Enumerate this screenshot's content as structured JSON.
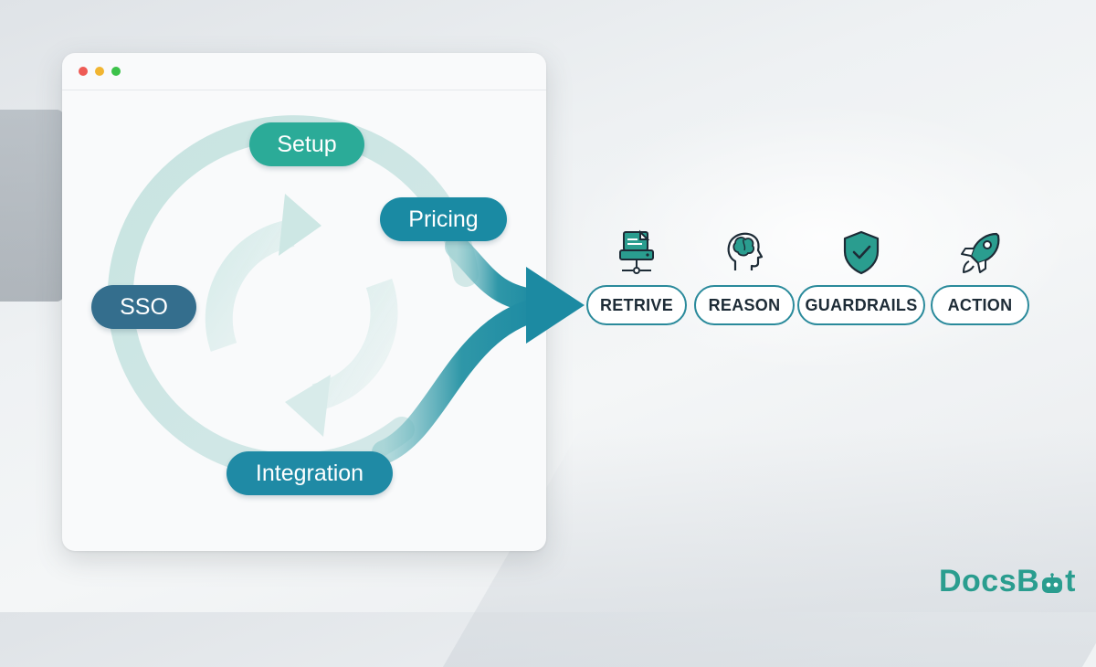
{
  "window": {
    "controls": [
      "close",
      "minimize",
      "maximize"
    ]
  },
  "cycle": {
    "steps": [
      {
        "label": "Setup",
        "color": "#2bab98"
      },
      {
        "label": "Pricing",
        "color": "#1a8aa3"
      },
      {
        "label": "SSO",
        "color": "#346e8d"
      },
      {
        "label": "Integration",
        "color": "#1f8aa5"
      }
    ]
  },
  "pipeline": {
    "stages": [
      {
        "label": "RETRIVE",
        "icon": "document-server-icon"
      },
      {
        "label": "REASON",
        "icon": "brain-head-icon"
      },
      {
        "label": "GUARDRAILS",
        "icon": "shield-check-icon"
      },
      {
        "label": "ACTION",
        "icon": "rocket-icon"
      }
    ],
    "accent_color": "#2a8a9b"
  },
  "brand": {
    "name_part1": "Docs",
    "name_part2": "B",
    "name_part3": "t",
    "color": "#2a9d8f"
  }
}
